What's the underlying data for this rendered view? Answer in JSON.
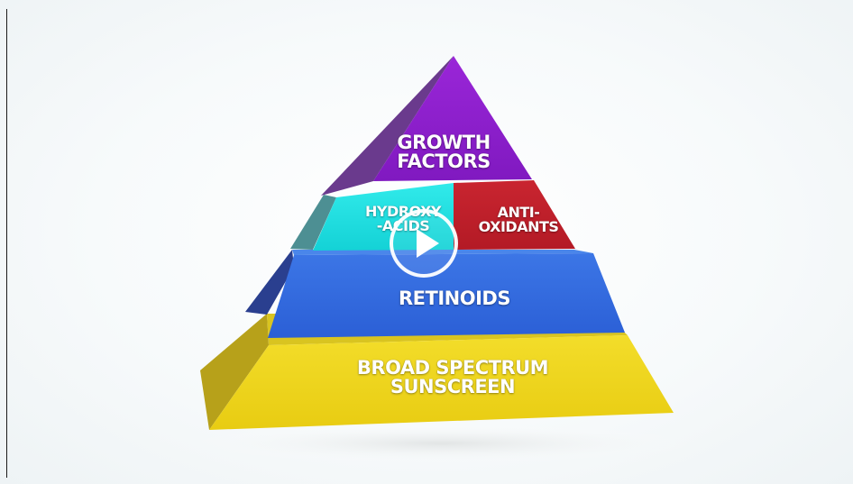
{
  "video": {
    "play_icon": "play-icon",
    "layers": {
      "growth_factors": {
        "line1": "GROWTH",
        "line2": "FACTORS",
        "color": "#8a1ec9"
      },
      "hydroxy_acids": {
        "line1": "HYDROXY",
        "line2": "-ACIDS",
        "color": "#1fe0e0"
      },
      "anti_oxidants": {
        "line1": "ANTI-",
        "line2": "OXIDANTS",
        "color": "#c0202a"
      },
      "retinoids": {
        "line1": "RETINOIDS",
        "color": "#2f67e0"
      },
      "broad_spectrum": {
        "line1": "BROAD SPECTRUM",
        "line2": "SUNSCREEN",
        "color": "#f1d81c"
      }
    }
  }
}
